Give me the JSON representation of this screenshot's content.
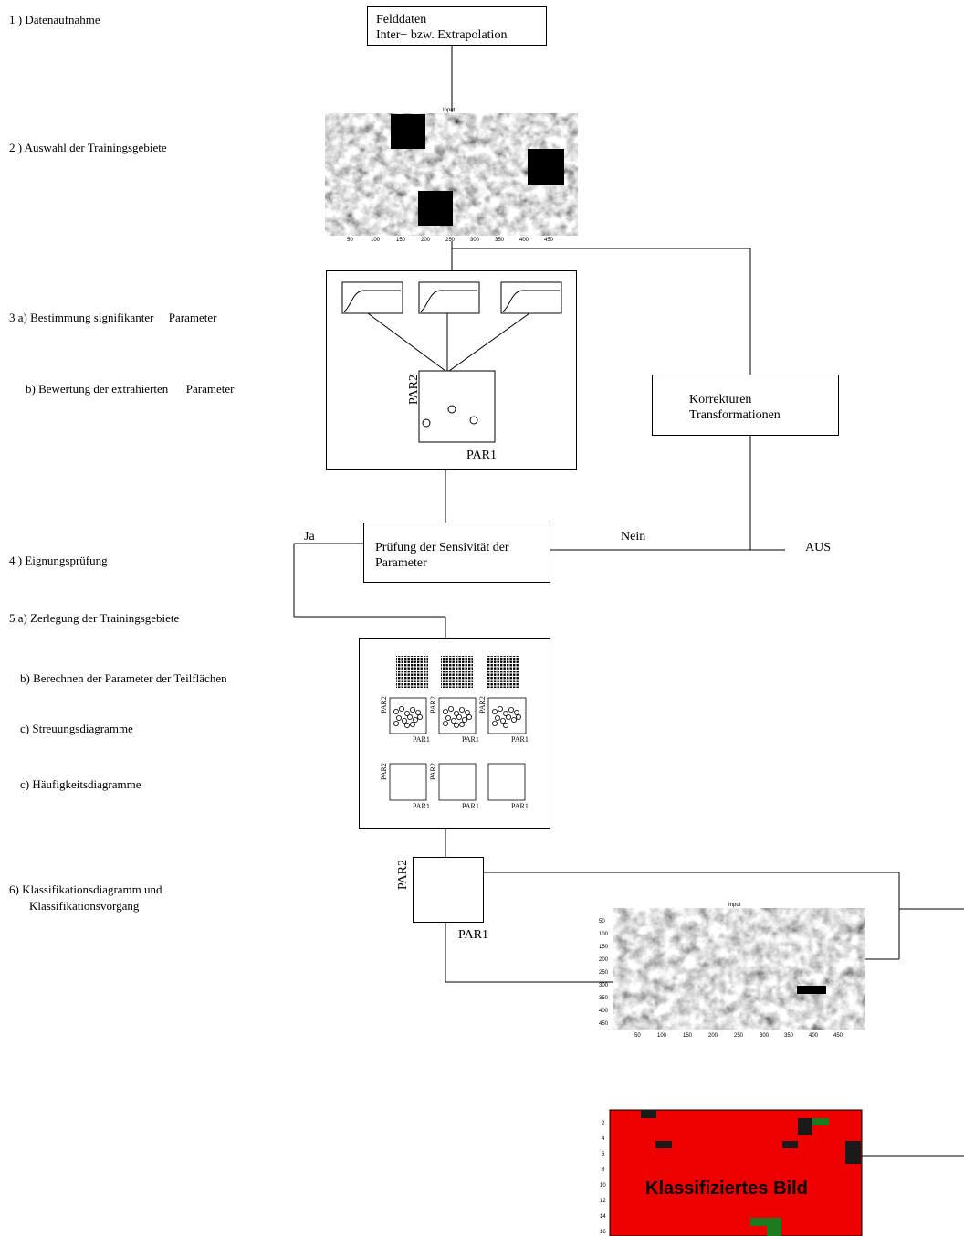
{
  "steps": {
    "s1": "1 ) Datenaufnahme",
    "s2": "2 ) Auswahl der Trainingsgebiete",
    "s3a": "3 a) Bestimmung signifikanter     Parameter",
    "s3b": "b) Bewertung der extrahierten      Parameter",
    "s4": "4 ) Eignungsprüfung",
    "s5a": "5 a) Zerlegung der Trainingsgebiete",
    "s5b": "b) Berechnen der Parameter der Teilflächen",
    "s5c": "c) Streuungsdiagramme",
    "s5d": "c) Häufigkeitsdiagramme",
    "s6a": "6) Klassifikationsdiagramm und",
    "s6b": "Klassifikationsvorgang"
  },
  "boxes": {
    "felddaten_l1": "Felddaten",
    "felddaten_l2": "Inter− bzw. Extrapolation",
    "korrektur_l1": "Korrekturen",
    "korrektur_l2": "Transformationen",
    "pruefung_l1": "Prüfung der Sensivität der",
    "pruefung_l2": "Parameter"
  },
  "flow": {
    "ja": "Ja",
    "nein": "Nein",
    "aus": "AUS"
  },
  "axes": {
    "par1": "PAR1",
    "par2": "PAR2"
  },
  "images": {
    "input_title": "Input",
    "input_ticks": [
      "50",
      "100",
      "150",
      "200",
      "250",
      "300",
      "350",
      "400",
      "450"
    ],
    "input2_yticks": [
      "50",
      "100",
      "150",
      "200",
      "250",
      "300",
      "350",
      "400",
      "450"
    ],
    "classified_title": "Klassifiziertes Bild",
    "classified_yticks": [
      "2",
      "4",
      "6",
      "8",
      "10",
      "12",
      "14",
      "16"
    ]
  },
  "colors": {
    "classified_bg": "#ee0000",
    "classified_dark": "#1a1a1a",
    "classified_green": "#1e7a1e"
  }
}
